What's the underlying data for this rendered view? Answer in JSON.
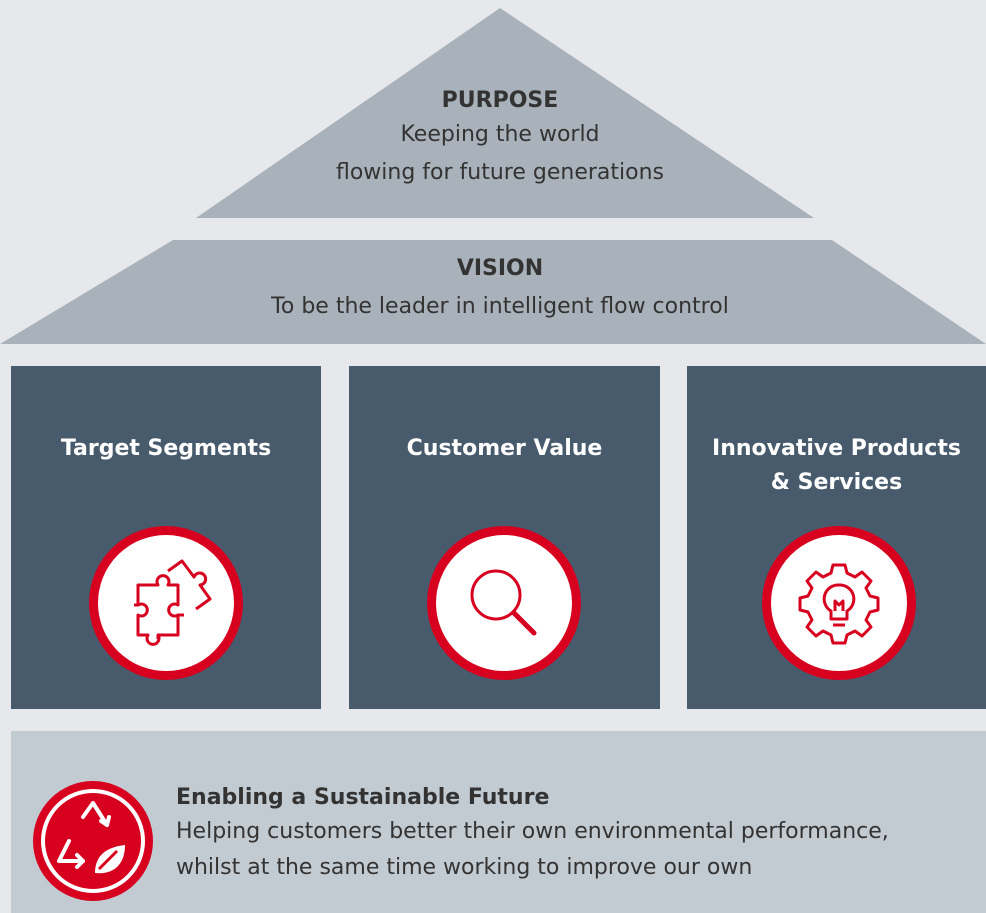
{
  "purpose": {
    "title": "PURPOSE",
    "line1": "Keeping the world",
    "line2": "flowing for future generations"
  },
  "vision": {
    "title": "VISION",
    "text": "To be the leader in intelligent flow control"
  },
  "pillars": [
    {
      "label": "Target Segments",
      "icon": "puzzle-icon"
    },
    {
      "label": "Customer Value",
      "icon": "magnifier-icon"
    },
    {
      "label_line1": "Innovative Products",
      "label_line2": "& Services",
      "icon": "gear-lightbulb-icon"
    }
  ],
  "foundation": {
    "title": "Enabling a Sustainable Future",
    "line1": "Helping customers better their own environmental performance,",
    "line2": "whilst at the same time working to improve our own",
    "icon": "recycle-leaf-icon"
  },
  "colors": {
    "background": "#e6e8eb",
    "roof": "#a9b2ba",
    "pillar": "#485b6d",
    "foundation": "#c3cbd2",
    "accent": "#d7001f",
    "text": "#333333"
  }
}
